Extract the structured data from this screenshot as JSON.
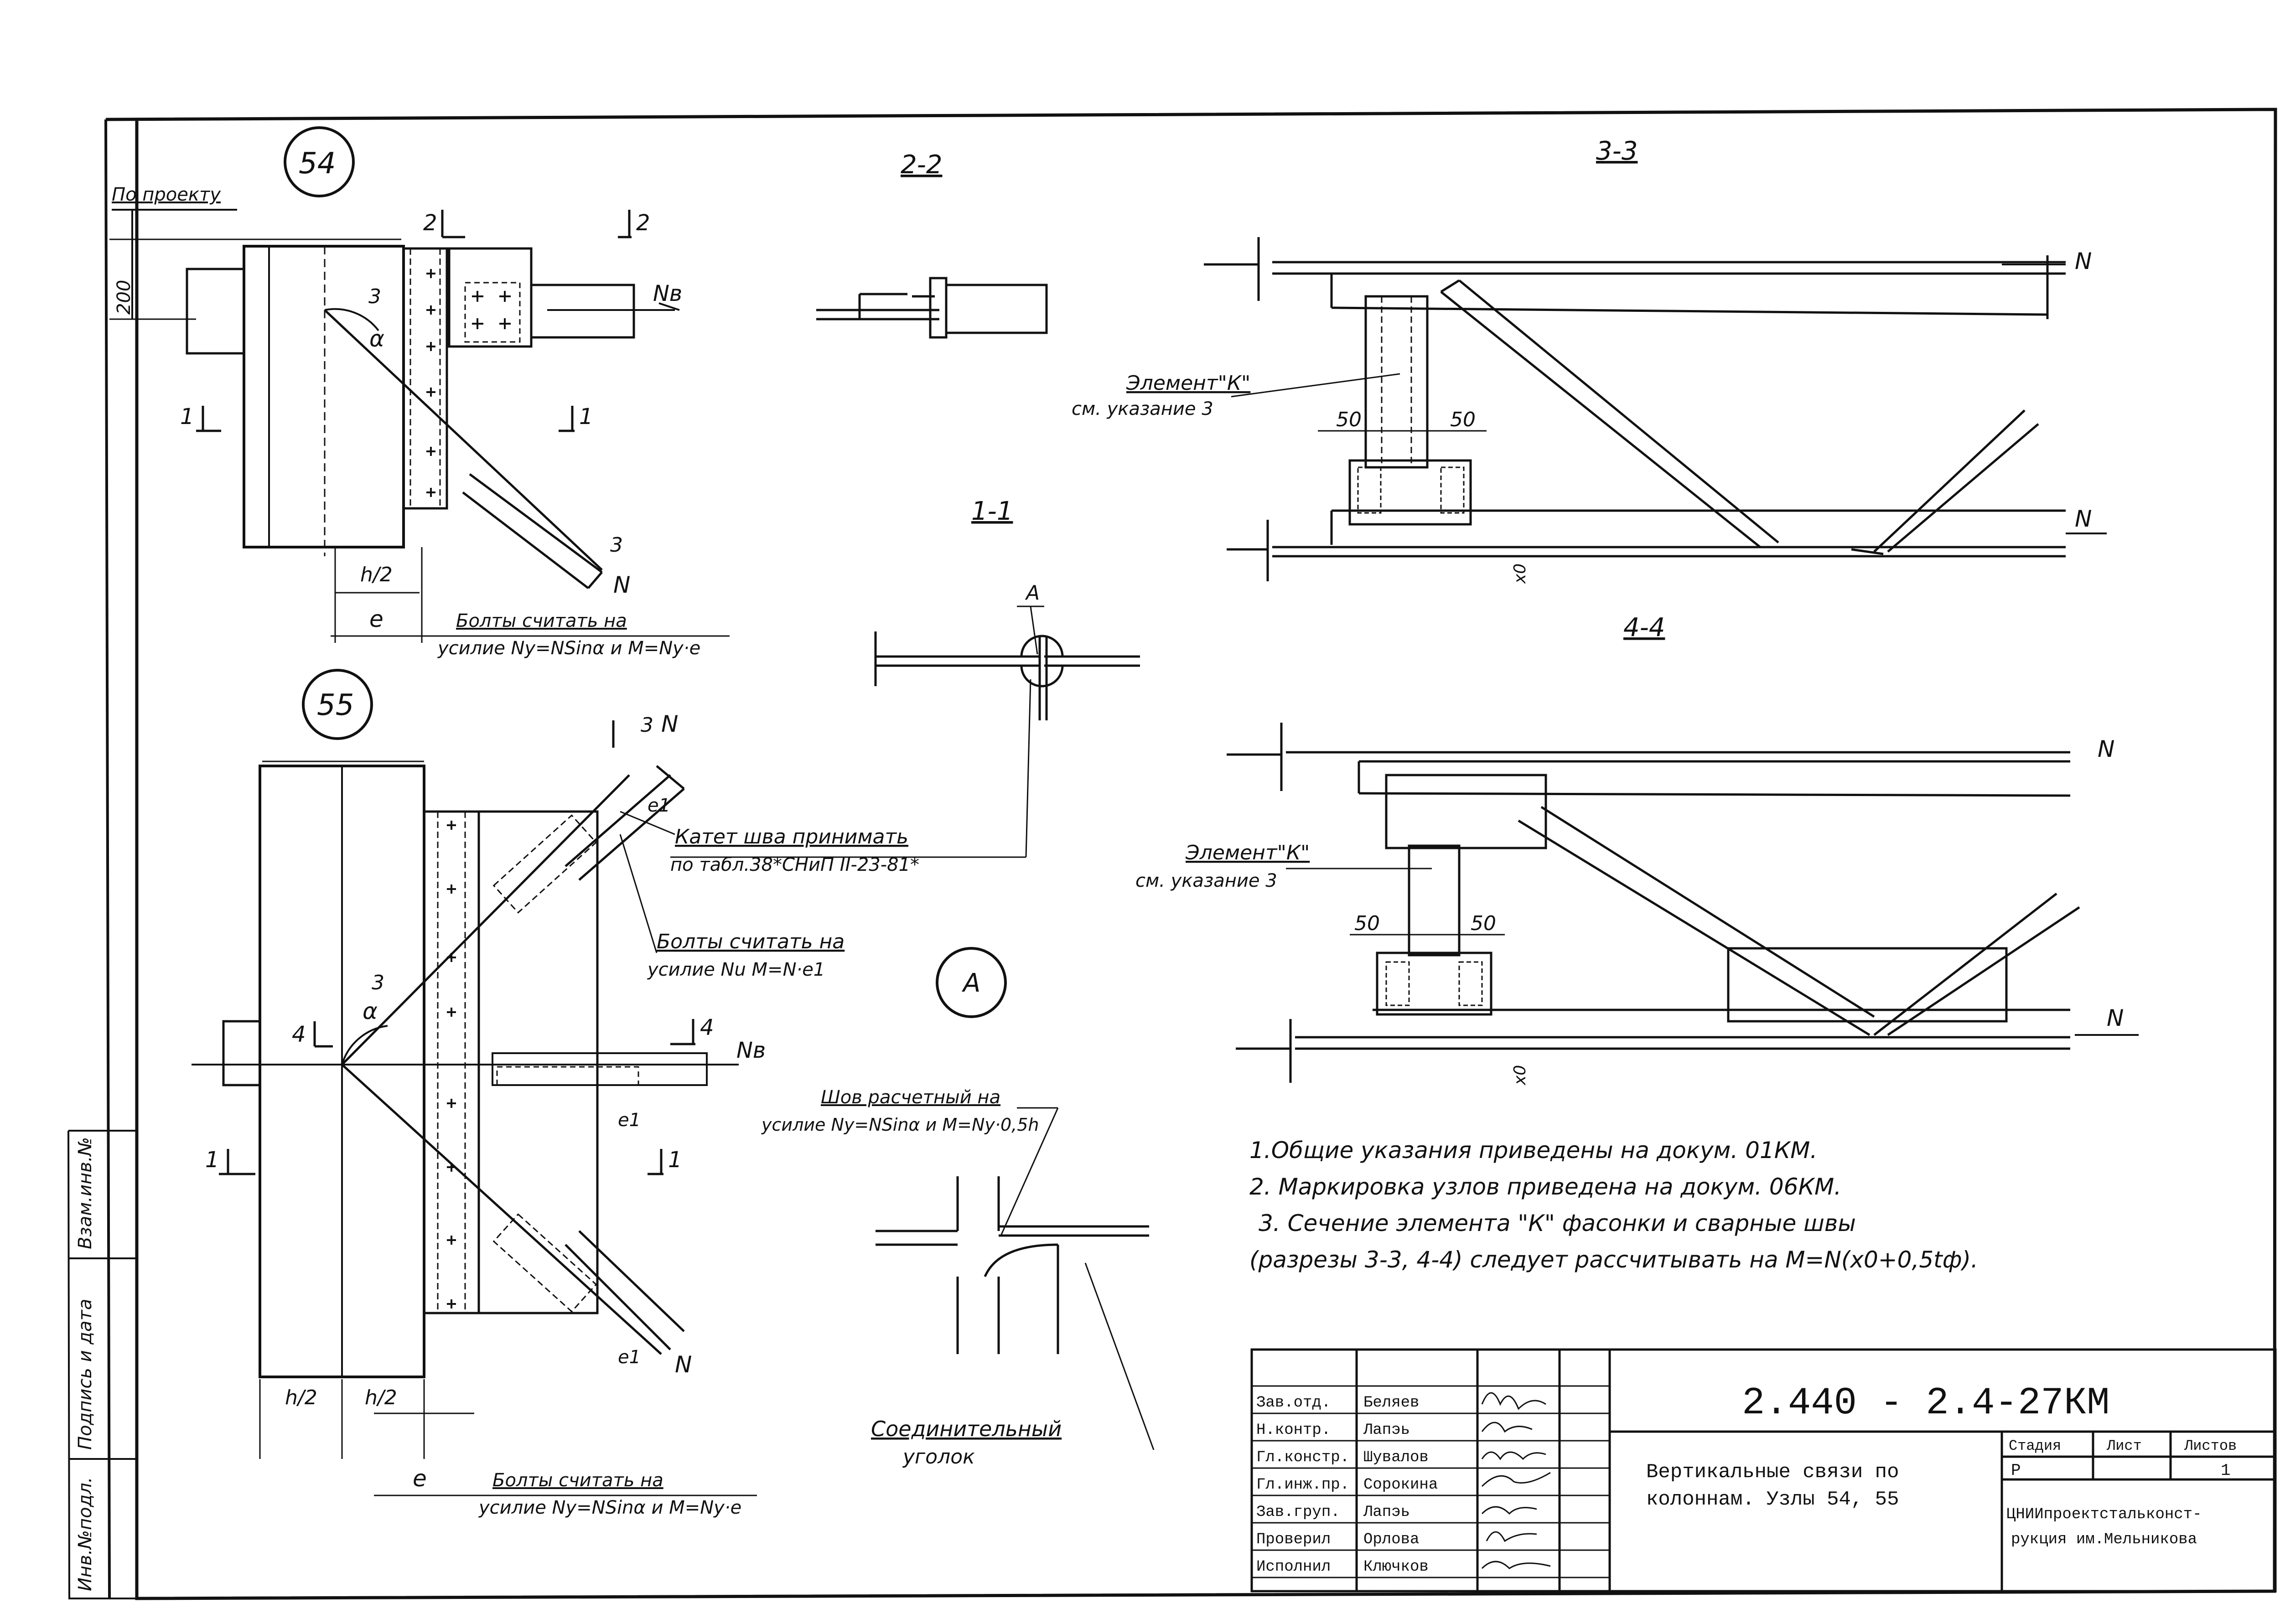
{
  "sheet": {
    "code": "2.440 - 2.4-27КМ",
    "title_lines": [
      "Вертикальные связи по",
      "колоннам. Узлы 54, 55"
    ],
    "org_lines": [
      "ЦНИИпроектстальконст-",
      "рукция им.Мельникова"
    ],
    "stage_header": "Стадия",
    "sheet_header": "Лист",
    "sheets_header": "Листов",
    "stage_value": "Р",
    "sheet_value": "1",
    "sheets_value": ""
  },
  "staff": [
    {
      "role": "Зав.отд.",
      "name": "Беляев"
    },
    {
      "role": "Н.контр.",
      "name": "Лапэь"
    },
    {
      "role": "Гл.констр.",
      "name": "Шувалов"
    },
    {
      "role": "Гл.инж.пр.",
      "name": "Сорокина"
    },
    {
      "role": "Зав.груп.",
      "name": "Лапэь"
    },
    {
      "role": "Проверил",
      "name": "Орлова"
    },
    {
      "role": "Исполнил",
      "name": "Ключков"
    }
  ],
  "side_stamp": [
    "Инв.№подл.",
    "Подпись и дата",
    "Взам.инв.№"
  ],
  "nodes": {
    "n54": "54",
    "n55": "55",
    "sectA": "А"
  },
  "labels": {
    "po_proektu": "По проекту",
    "dim200": "200",
    "sec_2_2": "2-2",
    "sec_1_1": "1-1",
    "sec_3_3": "3-3",
    "sec_4_4": "4-4",
    "mark2": "2",
    "mark1": "1",
    "mark3": "3",
    "mark4": "4",
    "alpha": "α",
    "h2": "h/2",
    "e": "e",
    "e1": "e1",
    "N": "N",
    "Ne": "Nв",
    "x0": "x0",
    "dim50": "50",
    "bolts54_1": "Болты считать на",
    "bolts54_2": "усилие Ny=NSinα и M=Ny·e",
    "kateti_1": "Катет шва принимать",
    "kateti_2": "по табл.38*СНиП II-23-81*",
    "boltsNu_1": "Болты считать на",
    "boltsNu_2": "усилие Nu M=N·e1",
    "shov_1": "Шов расчетный на",
    "shov_2": "усилие Ny=NSinα и M=Ny·0,5h",
    "soed_1": "Соединительный",
    "soed_2": "уголок",
    "bolts55_1": "Болты считать на",
    "bolts55_2": "усилие Ny=NSinα и M=Ny·e",
    "elemK3_1": "Элемент\"К\"",
    "elemK3_2": "см. указание 3",
    "elemK4_1": "Элемент\"К\"",
    "elemK4_2": "см. указание 3"
  },
  "notes": [
    "1.Общие указания приведены на докум. 01КМ.",
    "2. Маркировка узлов приведена на докум. 06КМ.",
    "3. Сечение элемента \"К\" фасонки и сварные швы",
    "(разрезы 3-3, 4-4)   следует рассчитывать на   M=N(x0+0,5tф)."
  ]
}
